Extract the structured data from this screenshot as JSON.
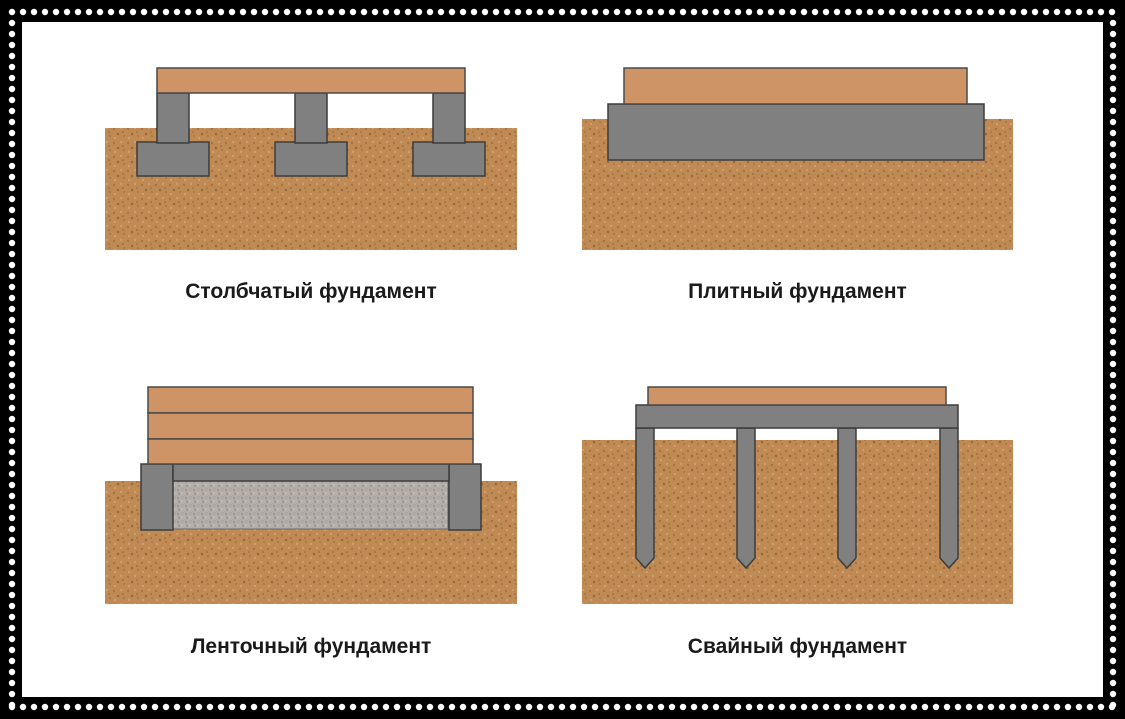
{
  "captions": {
    "columnar": "Столбчатый фундамент",
    "slab": "Плитный фундамент",
    "strip": "Ленточный фундамент",
    "pile": "Свайный фундамент"
  },
  "colors": {
    "background": "#000000",
    "panel": "#ffffff",
    "soil": "#c08a55",
    "soil_dark": "#a8733f",
    "soil_light": "#d6a673",
    "wood": "#cf9466",
    "wood_edge": "#4a4a4a",
    "concrete": "#808080",
    "concrete_edge": "#3c3c3c",
    "gravel": "#b4aeaa"
  }
}
